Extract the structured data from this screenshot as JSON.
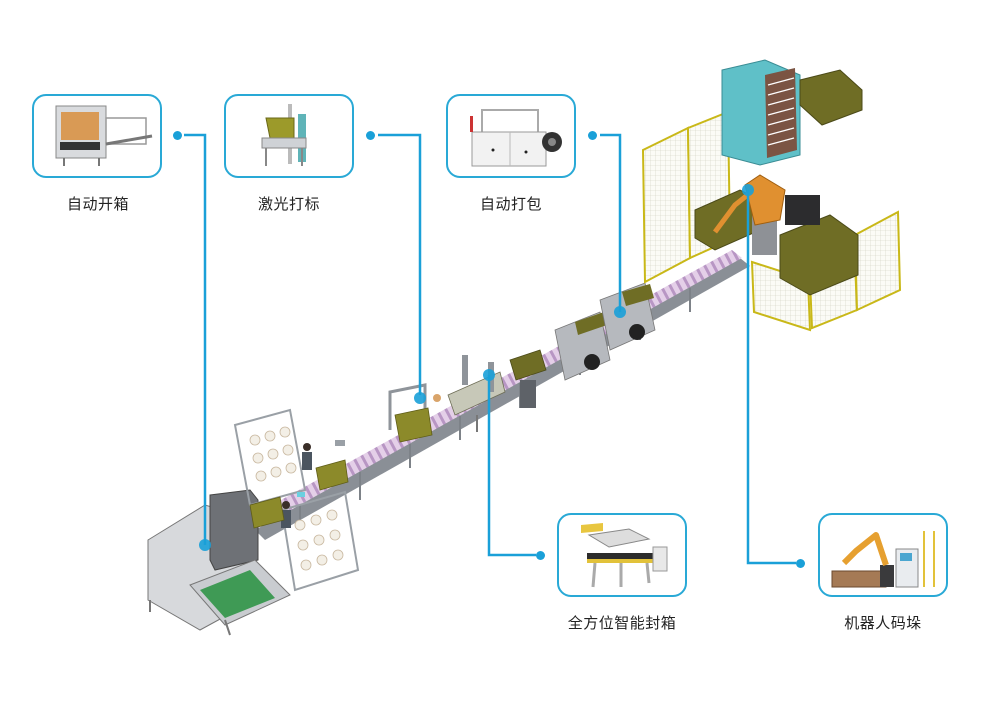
{
  "diagram": {
    "title": "",
    "accent_color": "#29a9d6",
    "line_color": "#1aa0d8",
    "stations": [
      {
        "id": "auto-case-erecting",
        "label": "自动开箱",
        "icon": "case-erector-machine-icon"
      },
      {
        "id": "laser-marking",
        "label": "激光打标",
        "icon": "laser-marker-machine-icon"
      },
      {
        "id": "auto-strapping",
        "label": "自动打包",
        "icon": "strapping-machine-icon"
      },
      {
        "id": "omni-directional-case-sealing",
        "label": "全方位智能封箱",
        "icon": "case-sealer-machine-icon"
      },
      {
        "id": "robot-palletizing",
        "label": "机器人码垛",
        "icon": "palletizing-robot-icon"
      }
    ],
    "production_line": {
      "name": "packaging-production-line",
      "sections": [
        "case-erector",
        "yarn-spool-racks",
        "manual-packing-stations",
        "laser-marking-station",
        "case-sealing-station",
        "strapping-machines",
        "robot-palletizing-cell"
      ]
    }
  }
}
